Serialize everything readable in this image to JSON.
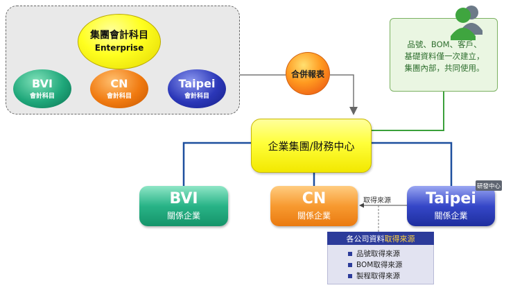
{
  "group_chart": {
    "top_title": "集團會計科目",
    "top_subtitle": "Enterprise",
    "subs": [
      {
        "name": "BVI",
        "label": "會計科目"
      },
      {
        "name": "CN",
        "label": "會計科目"
      },
      {
        "name": "Taipei",
        "label": "會計科目"
      }
    ]
  },
  "merge_label": "合併報表",
  "note": {
    "line1": "品號、BOM、客戶、",
    "line2": "基礎資料僅一次建立，",
    "line3": "集團內部，共同使用。"
  },
  "center_label": "企業集團/財務中心",
  "entities": [
    {
      "name": "BVI",
      "label": "關係企業"
    },
    {
      "name": "CN",
      "label": "關係企業"
    },
    {
      "name": "Taipei",
      "label": "關係企業"
    }
  ],
  "rd_badge": "研發中心",
  "source_label": "取得來源",
  "info": {
    "header_prefix": "各公司資料",
    "header_highlight": "取得來源",
    "items": [
      "品號取得來源",
      "BOM取得來源",
      "製程取得來源"
    ]
  }
}
